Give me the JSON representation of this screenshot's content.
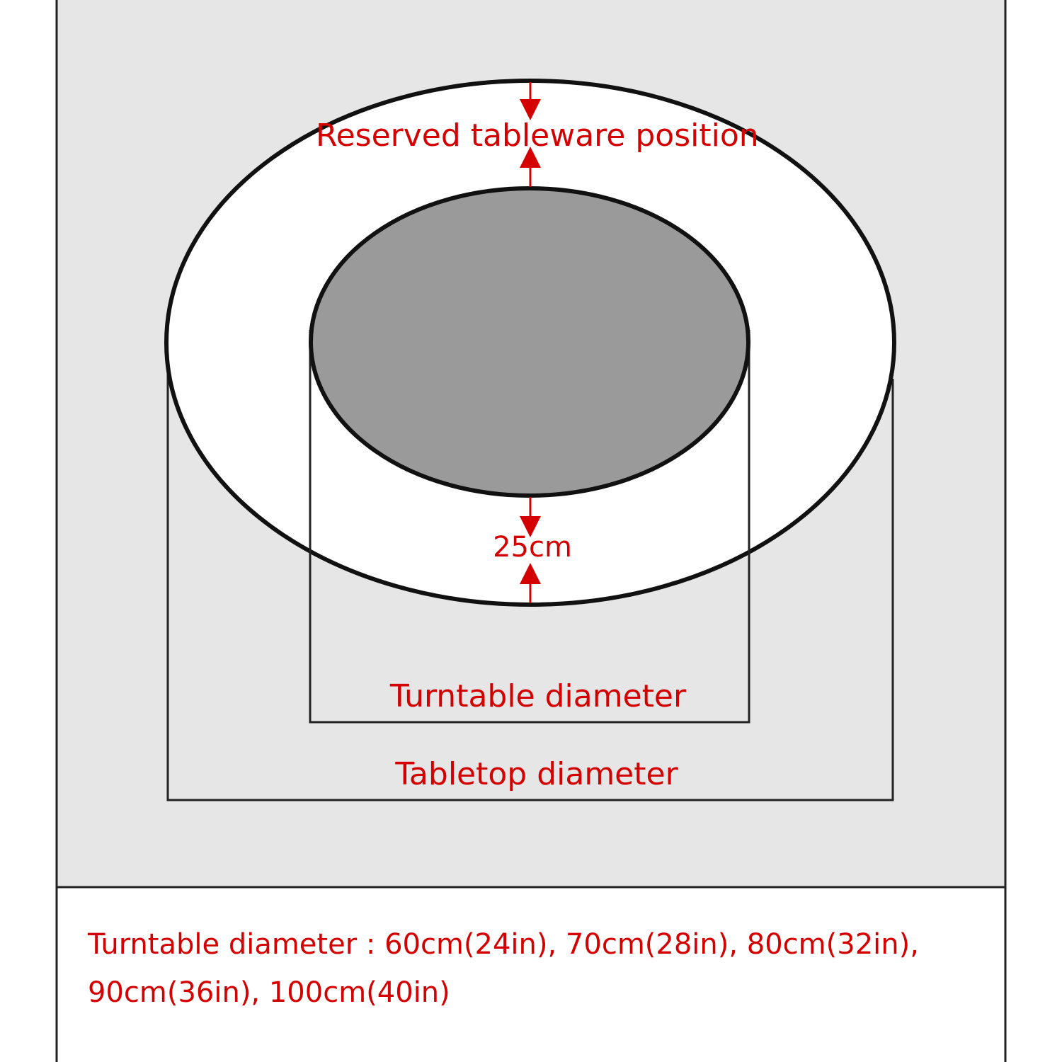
{
  "labels": {
    "reserved": "Reserved tableware position",
    "gap": "25cm",
    "turntable": "Turntable diameter",
    "tabletop": "Tabletop diameter"
  },
  "sizes": {
    "line1": "Turntable diameter : 60cm(24in), 70cm(28in), 80cm(32in),",
    "line2": "90cm(36in), 100cm(40in)"
  },
  "colors": {
    "label_red": "#d40000",
    "turntable_fill": "#9a9a9a",
    "tabletop_fill": "#ffffff",
    "background": "#e6e6e6"
  }
}
